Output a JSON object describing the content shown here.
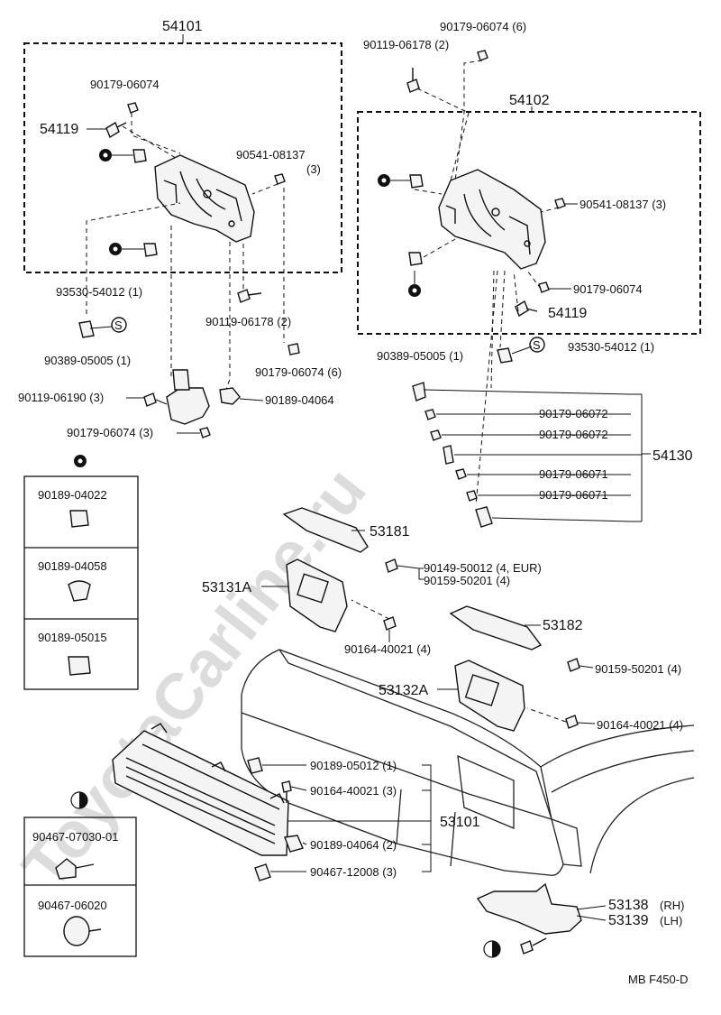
{
  "watermark": "ToyotaCarline.ru",
  "footer": "MB  F450-D",
  "assemblies": {
    "a54101": "54101",
    "a54102": "54102",
    "a54130": "54130"
  },
  "labels": {
    "l1": "90179-06074 (6)",
    "l2": "90119-06178 (2)",
    "l3": "90179-06074",
    "l4": "54119",
    "l5": "90541-08137",
    "l5b": "(3)",
    "l6": "90541-08137 (3)",
    "l7": "93530-54012 (1)",
    "l8": "90179-06074",
    "l9": "54119",
    "l10": "90119-06178 (2)",
    "l11": "90389-05005 (1)",
    "l12": "90389-05005 (1)",
    "l13": "93530-54012 (1)",
    "l14": "90179-06074 (6)",
    "l15": "90119-06190 (3)",
    "l16": "90189-04064",
    "l17": "90179-06074 (3)",
    "l18": "90179-06072",
    "l19": "90179-06072",
    "l20": "90179-06071",
    "l21": "90179-06071",
    "l22": "53181",
    "l23": "90149-50012 (4, EUR)",
    "l24": "90159-50201 (4)",
    "l25": "53131A",
    "l26": "90164-40021 (4)",
    "l27": "53182",
    "l28": "90159-50201 (4)",
    "l29": "53132A",
    "l30": "90164-40021 (4)",
    "l31": "90189-05012 (1)",
    "l32": "90164-40021 (3)",
    "l33": "53101",
    "l34": "90189-04064 (2)",
    "l35": "90467-12008 (3)",
    "l36": "53138",
    "l36s": "(RH)",
    "l37": "53139",
    "l37s": "(LH)"
  },
  "legend1": {
    "items": [
      "90189-04022",
      "90189-04058",
      "90189-05015"
    ]
  },
  "legend2": {
    "items": [
      "90467-07030-01",
      "90467-06020"
    ]
  }
}
